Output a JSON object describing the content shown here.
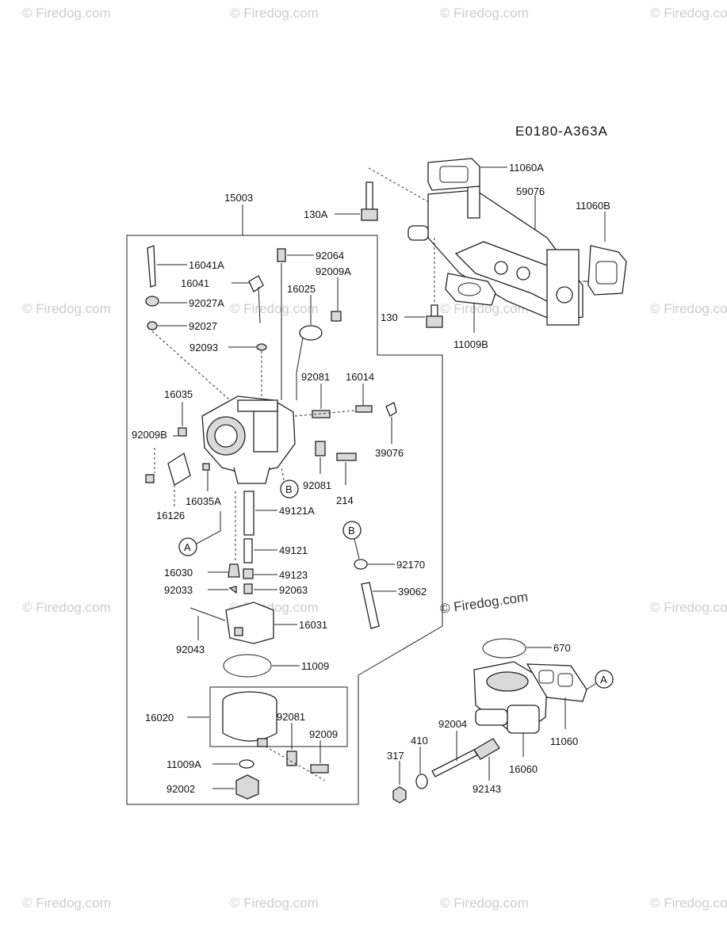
{
  "diagram_code": "E0180-A363A",
  "watermark": "© Firedog.com",
  "center_watermark": "© Firedog.com",
  "callouts": {
    "c15003": "15003",
    "c16041A": "16041A",
    "c16041": "16041",
    "c92027A": "92027A",
    "c92027": "92027",
    "c92093": "92093",
    "c92064": "92064",
    "c92009A": "92009A",
    "c16025": "16025",
    "c92081a": "92081",
    "c16014": "16014",
    "c39076": "39076",
    "c16035": "16035",
    "c92009B": "92009B",
    "c16126": "16126",
    "c16035A": "16035A",
    "c92081b": "92081",
    "c214": "214",
    "c49121A": "49121A",
    "c49121": "49121",
    "c16030": "16030",
    "c49123": "49123",
    "c92033": "92033",
    "c92063": "92063",
    "c92170": "92170",
    "c39062": "39062",
    "c16031": "16031",
    "c92043": "92043",
    "c11009": "11009",
    "c16020": "16020",
    "c92081c": "92081",
    "c92009": "92009",
    "c11009A": "11009A",
    "c92002": "92002",
    "c130A": "130A",
    "c130": "130",
    "c11060A": "11060A",
    "c59076": "59076",
    "c11060B": "11060B",
    "c11009B": "11009B",
    "c670": "670",
    "c11060": "11060",
    "c92004": "92004",
    "c410": "410",
    "c317": "317",
    "c92143": "92143",
    "c16060": "16060"
  },
  "markers": {
    "a1": "A",
    "a2": "A",
    "b1": "B",
    "b2": "B"
  }
}
